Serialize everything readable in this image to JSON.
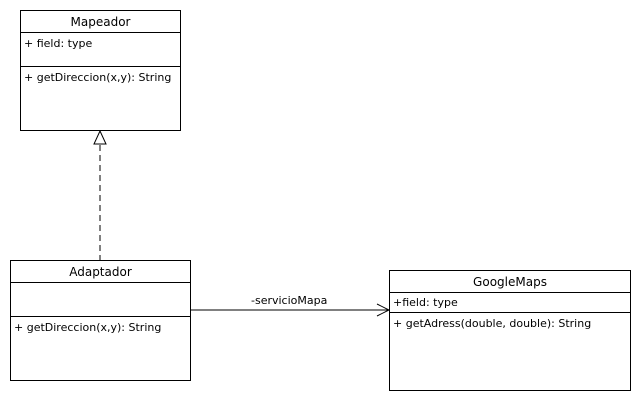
{
  "classes": {
    "mapeador": {
      "name": "Mapeador",
      "attributes": [
        "+ field: type"
      ],
      "methods": [
        "+ getDireccion(x,y): String"
      ]
    },
    "adaptador": {
      "name": "Adaptador",
      "attributes": [],
      "methods": [
        "+ getDireccion(x,y): String"
      ]
    },
    "googlemaps": {
      "name": "GoogleMaps",
      "attributes": [
        "+field: type"
      ],
      "methods": [
        "+ getAdress(double, double): String"
      ]
    }
  },
  "relations": {
    "association_label": "-servicioMapa"
  }
}
